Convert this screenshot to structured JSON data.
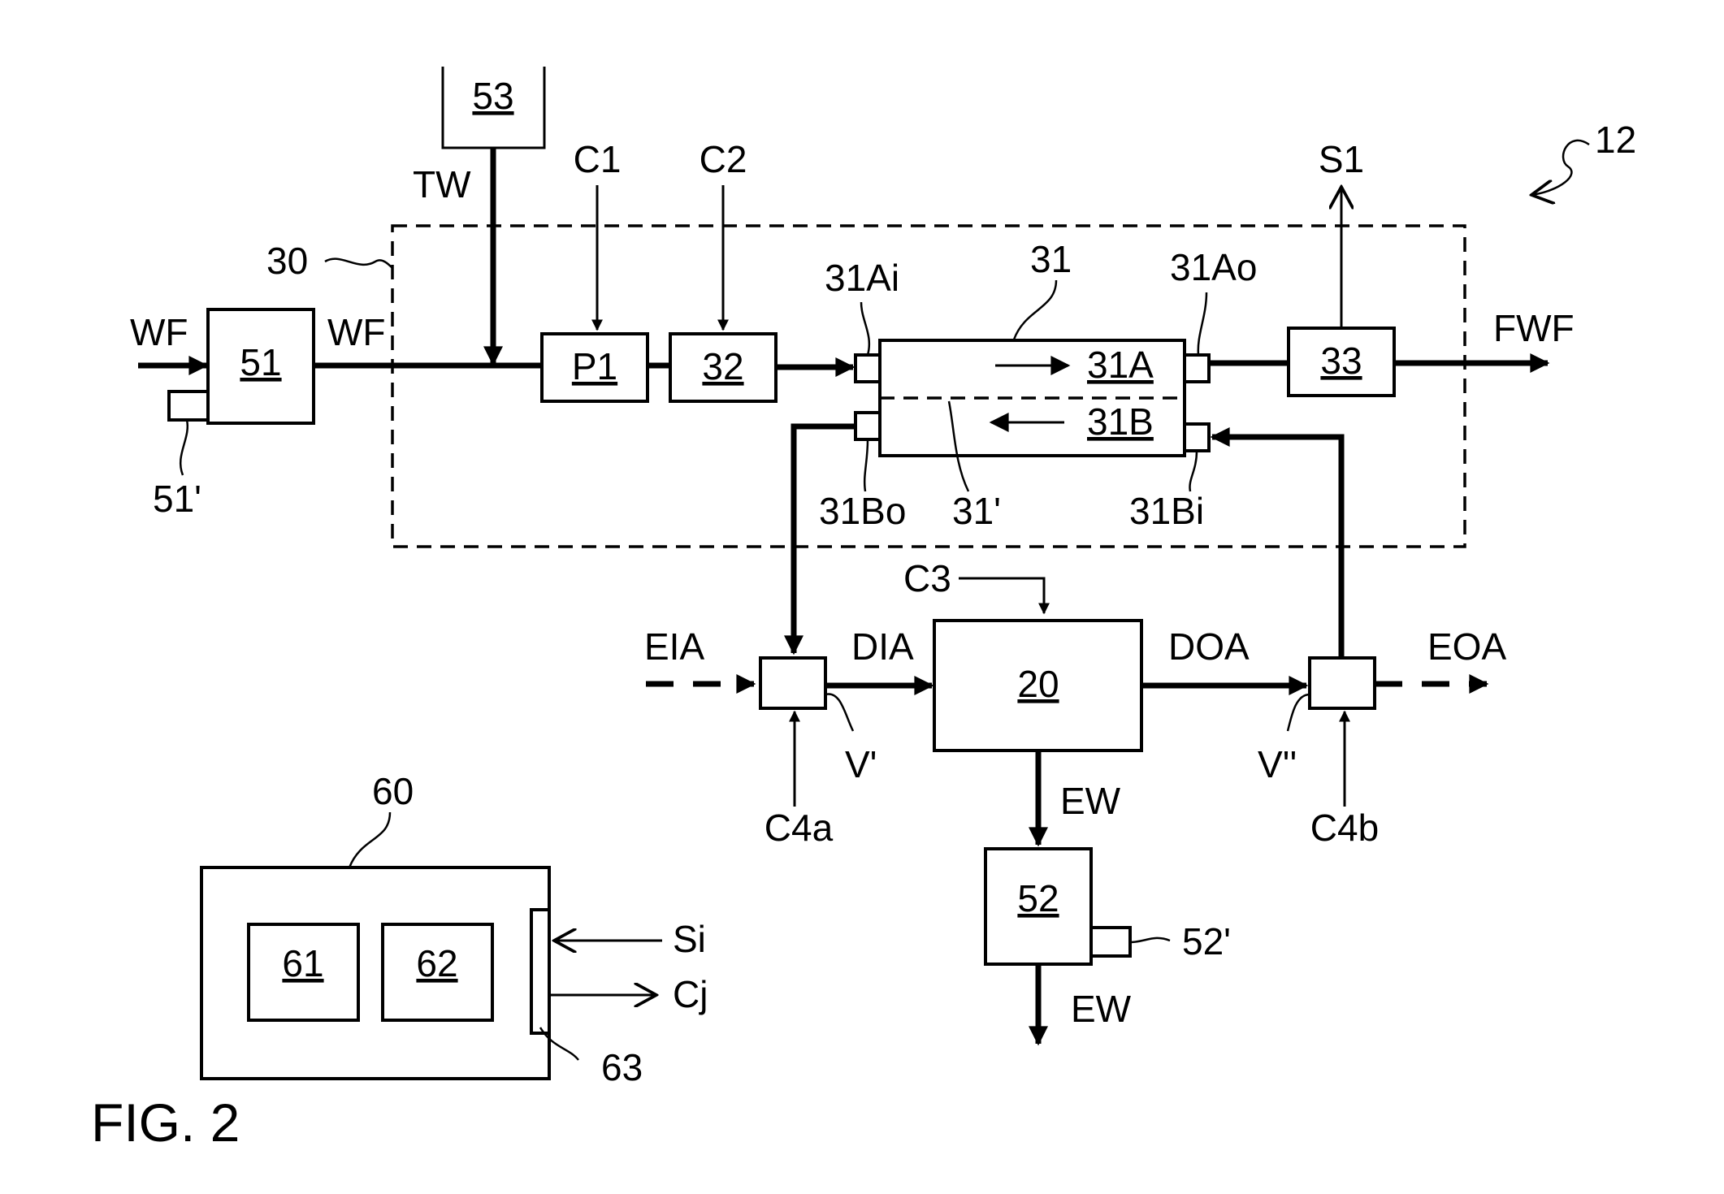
{
  "labels": {
    "fig_ref": "12",
    "sys_ref": "30",
    "wf_in": "WF",
    "wf_out": "WF",
    "tw": "TW",
    "c1": "C1",
    "c2": "C2",
    "s1": "S1",
    "fwf": "FWF",
    "hx_ref": "31",
    "hx_ai": "31Ai",
    "hx_ao": "31Ao",
    "hx_bo": "31Bo",
    "hx_bi": "31Bi",
    "hx_wall": "31'",
    "b51_ref": "51'",
    "c3": "C3",
    "eia": "EIA",
    "dia": "DIA",
    "doa": "DOA",
    "eoa": "EOA",
    "v1": "V'",
    "v2": "V''",
    "c4a": "C4a",
    "c4b": "C4b",
    "ew1": "EW",
    "ew2": "EW",
    "b52_ref": "52'",
    "ctrl_ref": "60",
    "si": "Si",
    "cj": "Cj",
    "port63": "63",
    "caption": "FIG. 2"
  },
  "blocks": {
    "b53": "53",
    "b51": "51",
    "p1": "P1",
    "b32": "32",
    "h31a": "31A",
    "h31b": "31B",
    "b33": "33",
    "b20": "20",
    "b52": "52",
    "b61": "61",
    "b62": "62"
  }
}
